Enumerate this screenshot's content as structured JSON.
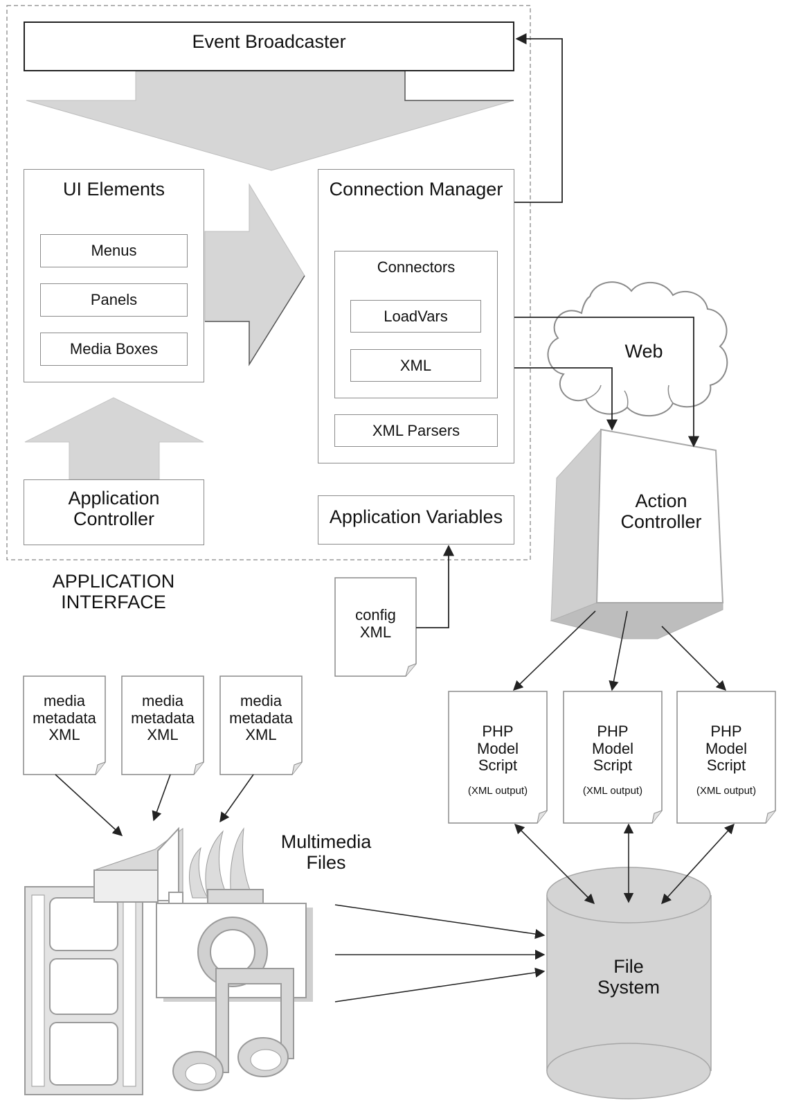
{
  "application_interface": {
    "caption": "APPLICATION\nINTERFACE",
    "event_broadcaster": "Event Broadcaster",
    "ui_elements": {
      "title": "UI Elements",
      "items": [
        "Menus",
        "Panels",
        "Media Boxes"
      ]
    },
    "connection_manager": {
      "title": "Connection Manager",
      "connectors_title": "Connectors",
      "connectors": [
        "LoadVars",
        "XML"
      ],
      "parsers": "XML Parsers"
    },
    "application_controller": "Application\nController",
    "application_variables": "Application Variables"
  },
  "config_doc": "config\nXML",
  "web_label": "Web",
  "action_controller": "Action\nController",
  "php_scripts": [
    {
      "title": "PHP\nModel\nScript",
      "note": "(XML output)"
    },
    {
      "title": "PHP\nModel\nScript",
      "note": "(XML output)"
    },
    {
      "title": "PHP\nModel\nScript",
      "note": "(XML output)"
    }
  ],
  "media_docs": [
    "media\nmetadata\nXML",
    "media\nmetadata\nXML",
    "media\nmetadata\nXML"
  ],
  "multimedia_label": "Multimedia\nFiles",
  "file_system": "File\nSystem",
  "colors": {
    "arrow_fill": "#d6d6d6",
    "cylinder_fill": "#d4d4d4",
    "line": "#222222",
    "grey_border": "#8a8a8a"
  }
}
